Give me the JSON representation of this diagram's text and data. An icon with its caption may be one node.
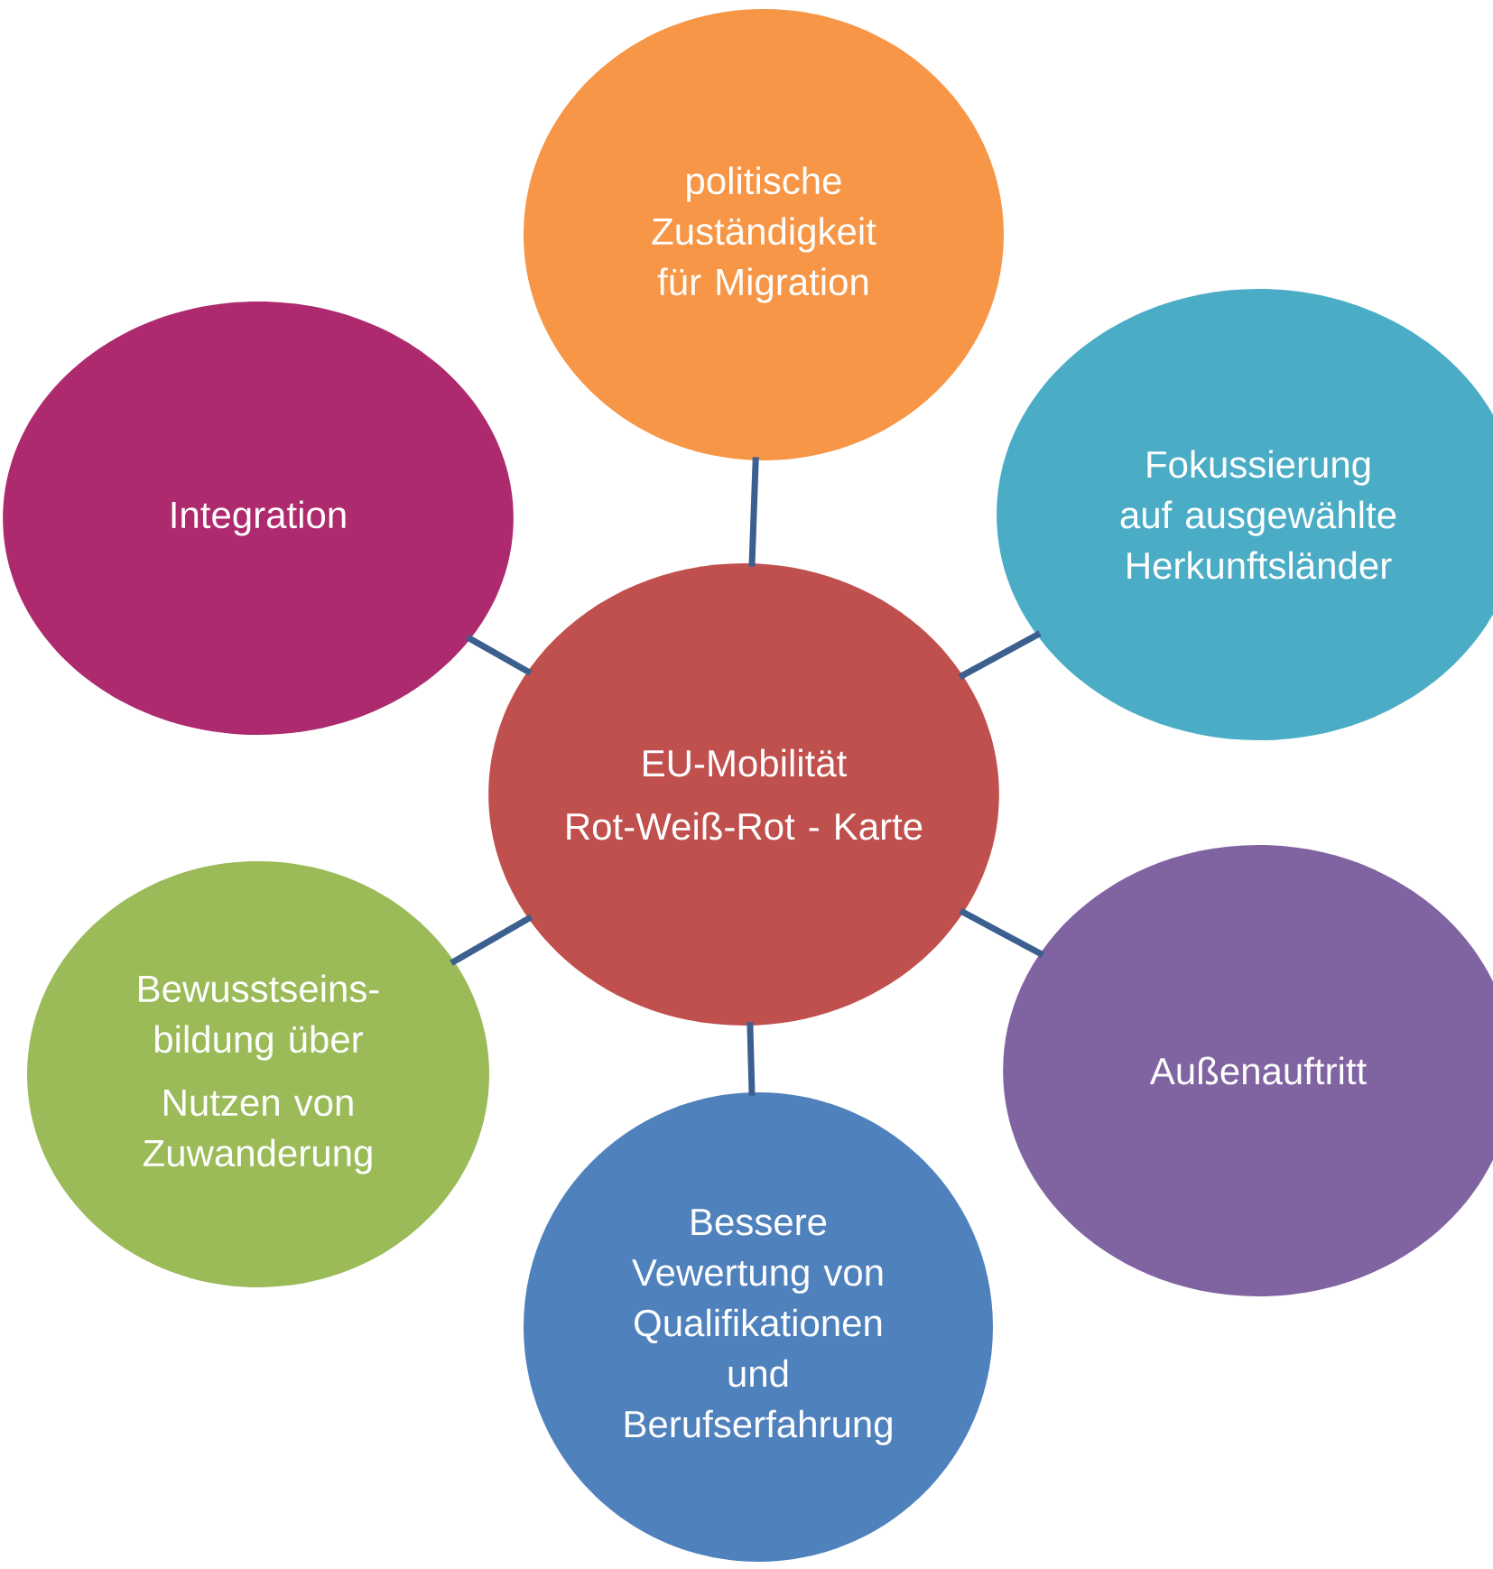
{
  "diagram": {
    "nodes": [
      {
        "text": [
          "EU-Mobilität",
          "Rot-Weiß-Rot - Karte"
        ]
      },
      {
        "text": [
          "politische Zuständigkeit für Migration"
        ]
      },
      {
        "text": [
          "Fokussierung auf ausgewählte Herkunftsländer"
        ]
      },
      {
        "text": [
          "Außenauftritt"
        ]
      },
      {
        "text": [
          "Bessere Vewertung von Qualifikationen und Berufserfahrung"
        ]
      },
      {
        "text": [
          "Bewusstseins- bildung über",
          "Nutzen von Zuwanderung"
        ]
      },
      {
        "text": [
          "Integration"
        ]
      }
    ],
    "edges": [
      {
        "from": 0,
        "to": 1,
        "arrow": "none"
      },
      {
        "from": 0,
        "to": 2,
        "arrow": "none"
      },
      {
        "from": 0,
        "to": 3,
        "arrow": "none"
      },
      {
        "from": 0,
        "to": 4,
        "arrow": "none"
      },
      {
        "from": 0,
        "to": 5,
        "arrow": "none"
      },
      {
        "from": 0,
        "to": 6,
        "arrow": "none"
      }
    ]
  }
}
